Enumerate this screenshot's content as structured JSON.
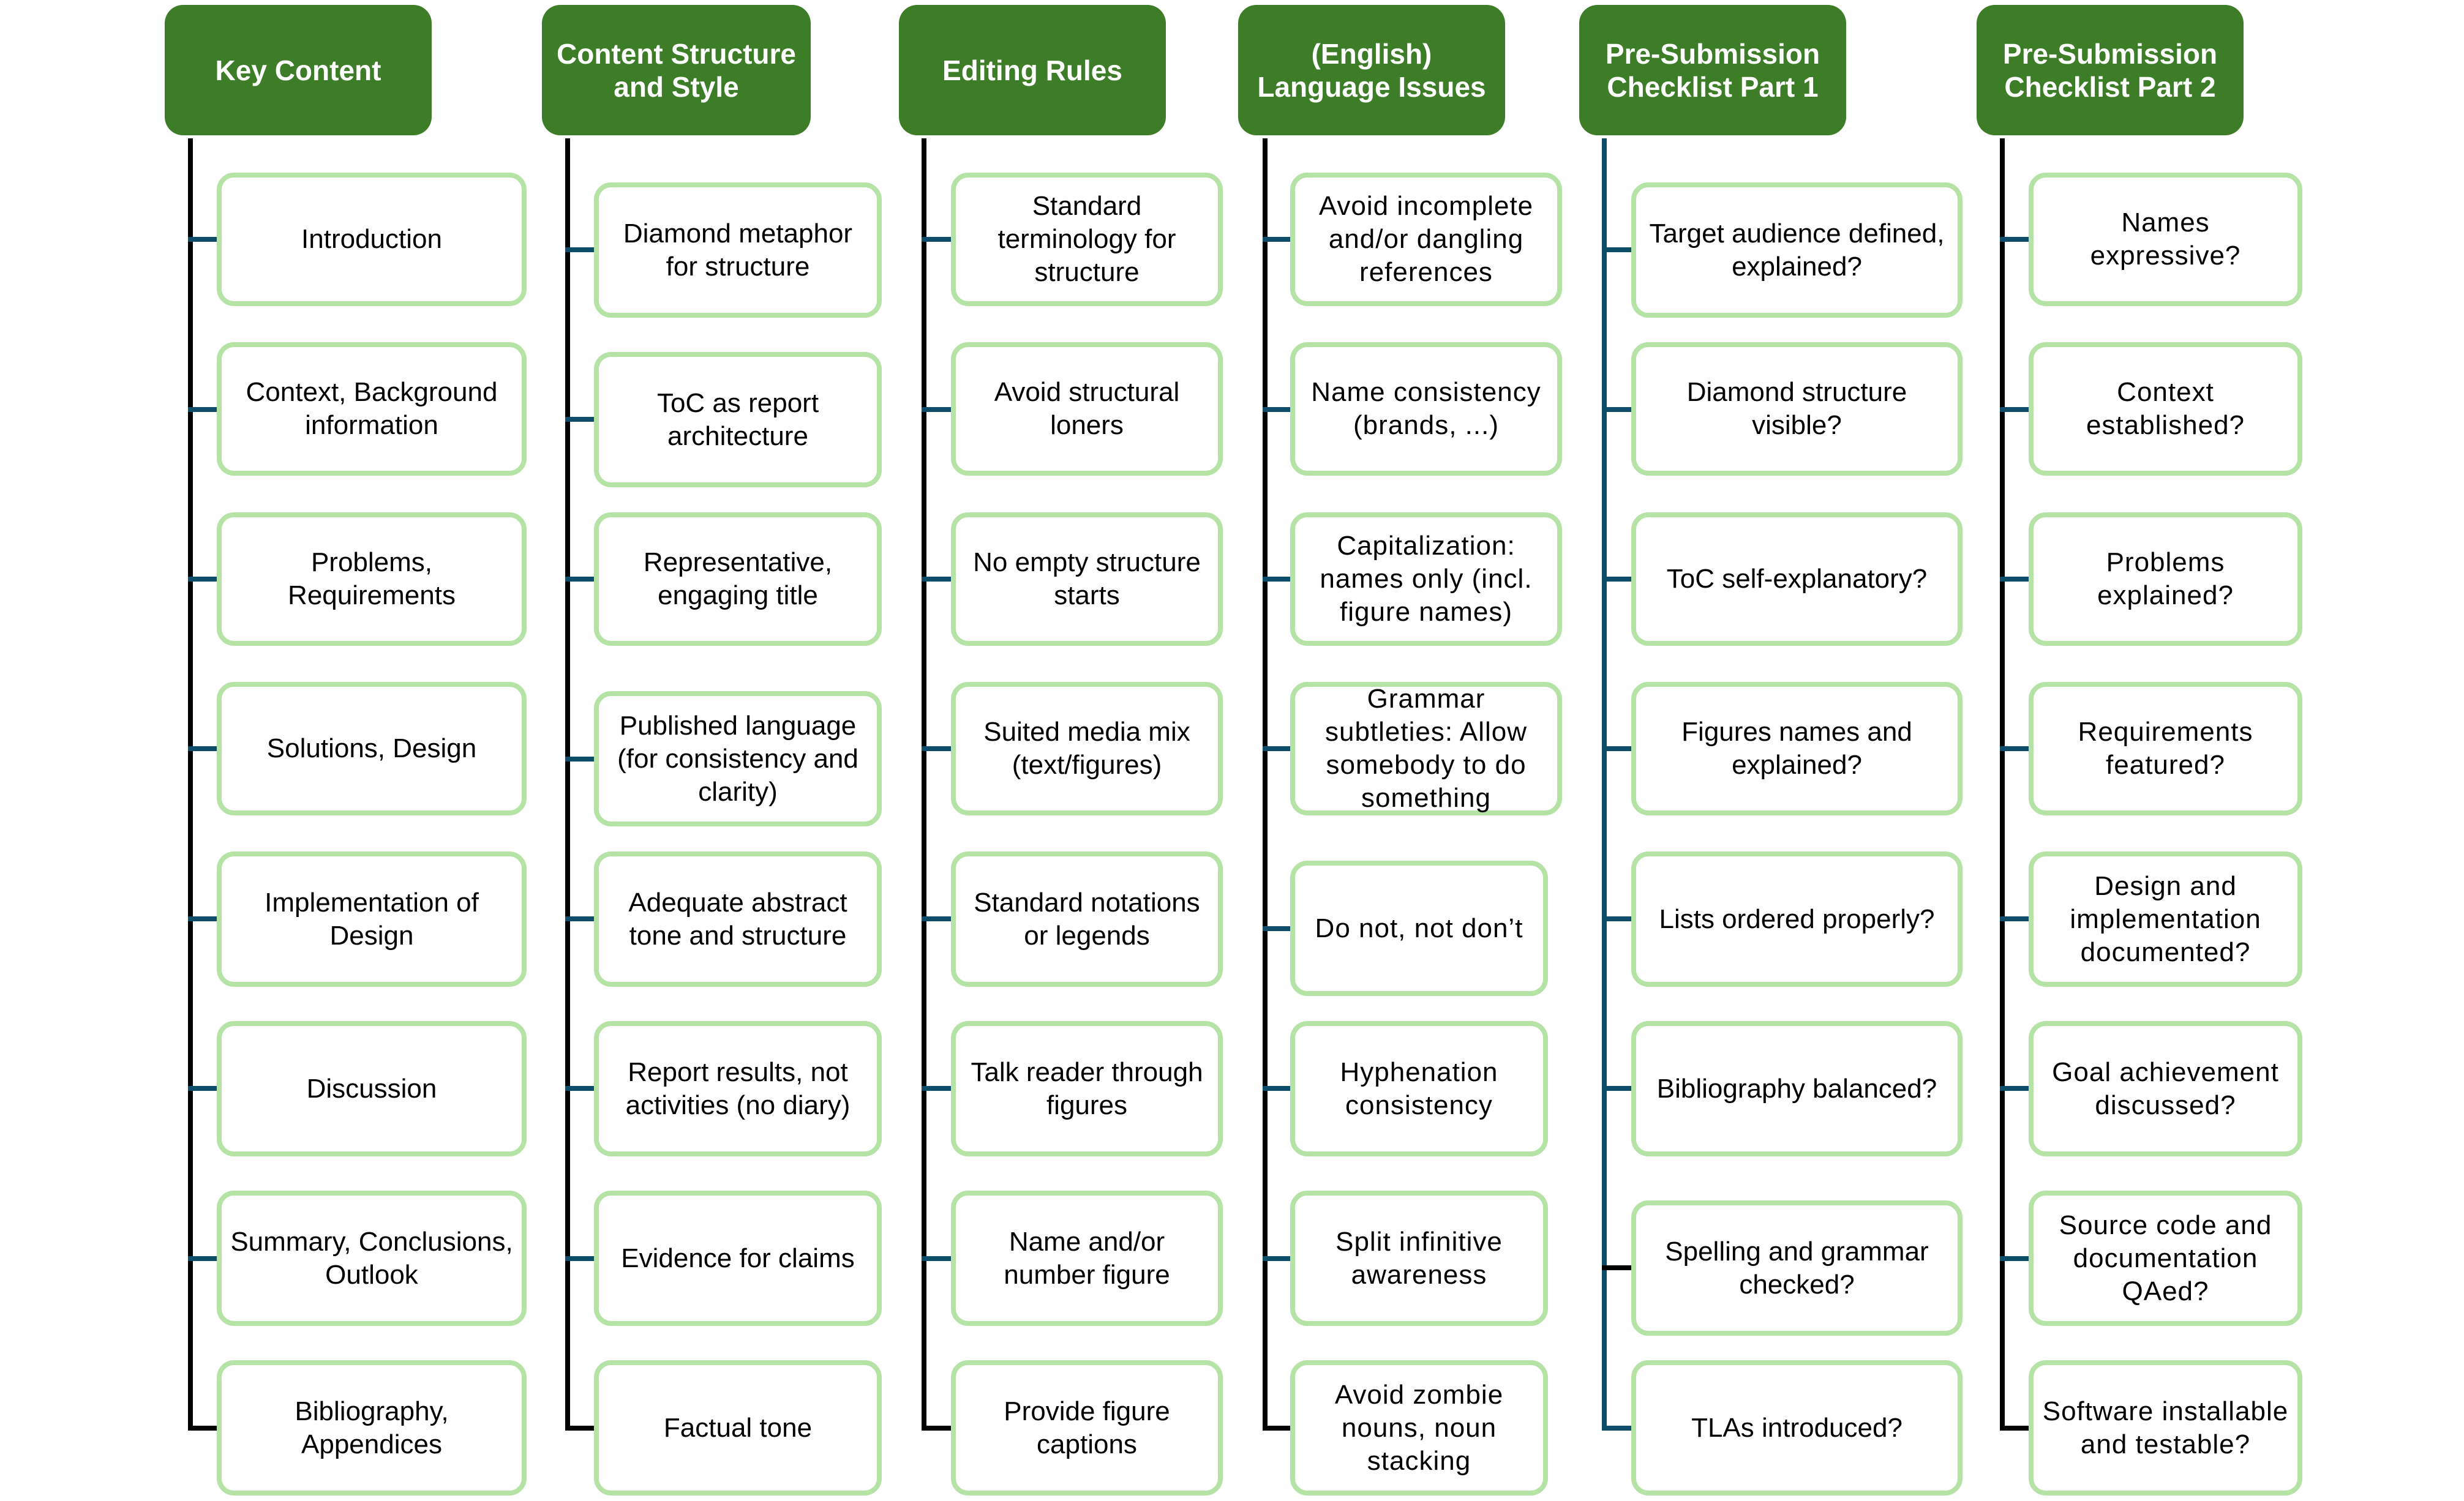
{
  "colors": {
    "header_bg": "#3d7d27",
    "box_border": "#b5e3a5",
    "connector": "#0e4d6a",
    "spine": "#000000",
    "spine_alt": "#0e4d6a"
  },
  "columns": [
    {
      "title": "Key Content",
      "items": [
        "Introduction",
        "Context, Background information",
        "Problems, Requirements",
        "Solutions, Design",
        "Implementation of Design",
        "Discussion",
        "Summary, Conclusions, Outlook",
        "Bibliography, Appendices"
      ]
    },
    {
      "title": "Content Structure and Style",
      "items": [
        "Diamond metaphor for structure",
        "ToC as report architecture",
        "Representative, engaging title",
        "Published language (for consistency and clarity)",
        "Adequate abstract tone and structure",
        "Report results, not activities (no diary)",
        "Evidence for claims",
        "Factual tone"
      ]
    },
    {
      "title": "Editing Rules",
      "items": [
        "Standard terminology for structure",
        "Avoid structural loners",
        "No empty structure starts",
        "Suited media mix (text/figures)",
        "Standard notations or legends",
        "Talk reader through figures",
        "Name and/or number figure",
        "Provide figure captions"
      ]
    },
    {
      "title": "(English) Language Issues",
      "items": [
        "Avoid  incomplete and/or dangling references",
        "Name consistency (brands, ...)",
        "Capitalization: names only (incl. figure names)",
        "Grammar subtleties: Allow somebody to do something",
        "Do not, not don’t",
        "Hyphenation consistency",
        "Split infinitive awareness",
        "Avoid zombie nouns, noun stacking"
      ]
    },
    {
      "title": "Pre-Submission Checklist Part 1",
      "items": [
        "Target audience defined, explained?",
        "Diamond structure visible?",
        "ToC self-explanatory?",
        "Figures names and explained?",
        "Lists ordered properly?",
        "Bibliography balanced?",
        "Spelling and grammar checked?",
        "TLAs introduced?"
      ]
    },
    {
      "title": "Pre-Submission Checklist Part 2",
      "items": [
        "Names expressive?",
        "Context established?",
        "Problems explained?",
        "Requirements featured?",
        "Design and implementation documented?",
        "Goal achievement discussed?",
        "Source code and documentation QAed?",
        "Software installable and testable?"
      ]
    }
  ]
}
